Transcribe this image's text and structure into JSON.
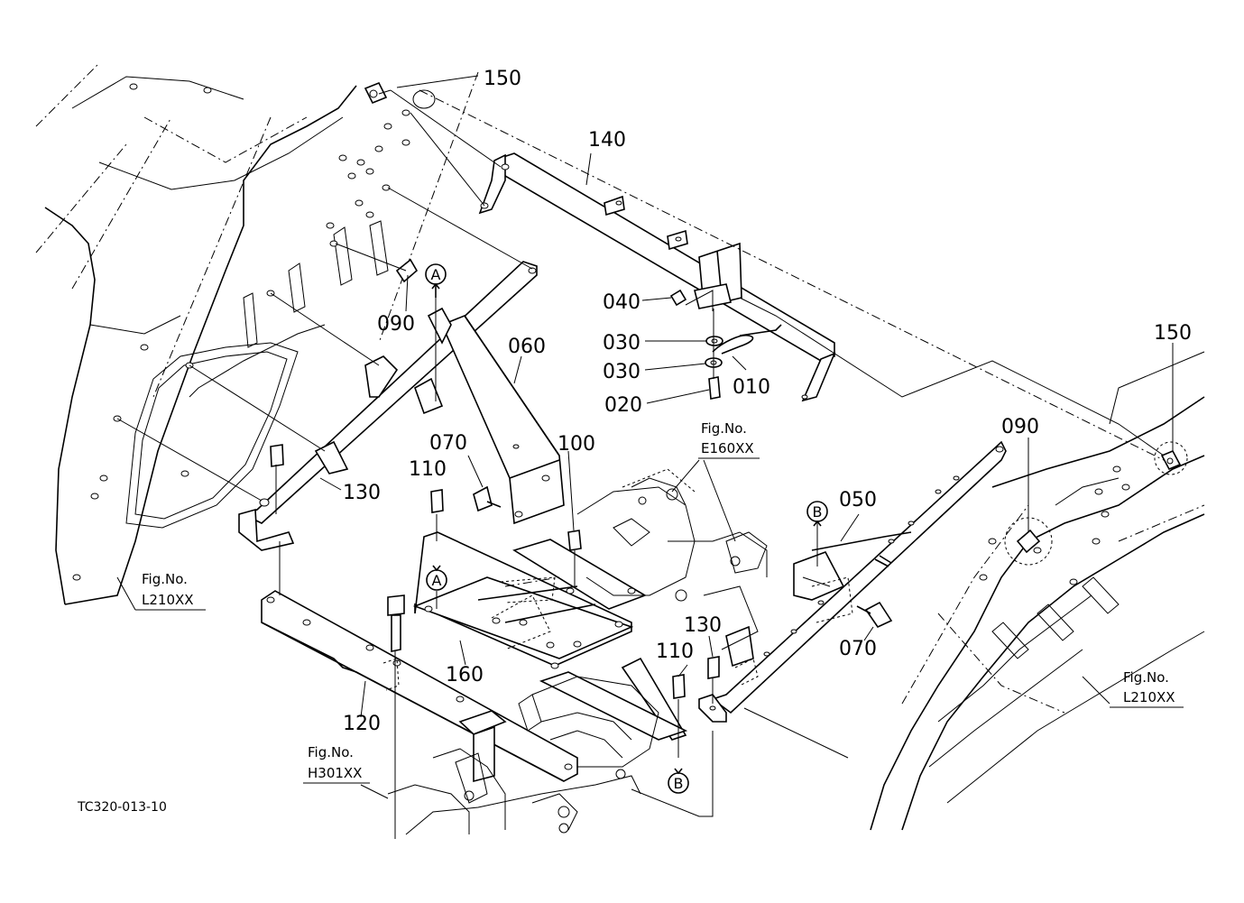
{
  "drawing_code": "TC320-013-10",
  "parts": [
    {
      "id": "p150a",
      "label": "150"
    },
    {
      "id": "p140",
      "label": "140"
    },
    {
      "id": "p090a",
      "label": "090"
    },
    {
      "id": "p060",
      "label": "060"
    },
    {
      "id": "p040",
      "label": "040"
    },
    {
      "id": "p030a",
      "label": "030"
    },
    {
      "id": "p030b",
      "label": "030"
    },
    {
      "id": "p010",
      "label": "010"
    },
    {
      "id": "p020",
      "label": "020"
    },
    {
      "id": "p150b",
      "label": "150"
    },
    {
      "id": "p090b",
      "label": "090"
    },
    {
      "id": "p070a",
      "label": "070"
    },
    {
      "id": "p100",
      "label": "100"
    },
    {
      "id": "p110a",
      "label": "110"
    },
    {
      "id": "p130a",
      "label": "130"
    },
    {
      "id": "p050",
      "label": "050"
    },
    {
      "id": "p070b",
      "label": "070"
    },
    {
      "id": "p130b",
      "label": "130"
    },
    {
      "id": "p110b",
      "label": "110"
    },
    {
      "id": "p160",
      "label": "160"
    },
    {
      "id": "p120",
      "label": "120"
    }
  ],
  "figure_refs": [
    {
      "id": "e160",
      "line1": "Fig.No.",
      "line2": "E160XX"
    },
    {
      "id": "l210a",
      "line1": "Fig.No.",
      "line2": "L210XX"
    },
    {
      "id": "l210b",
      "line1": "Fig.No.",
      "line2": "L210XX"
    },
    {
      "id": "h301",
      "line1": "Fig.No.",
      "line2": "H301XX"
    }
  ],
  "connection_markers": [
    {
      "id": "a-top",
      "letter": "A"
    },
    {
      "id": "a-bottom",
      "letter": "A"
    },
    {
      "id": "b-right",
      "letter": "B"
    },
    {
      "id": "b-bottom",
      "letter": "B"
    }
  ]
}
